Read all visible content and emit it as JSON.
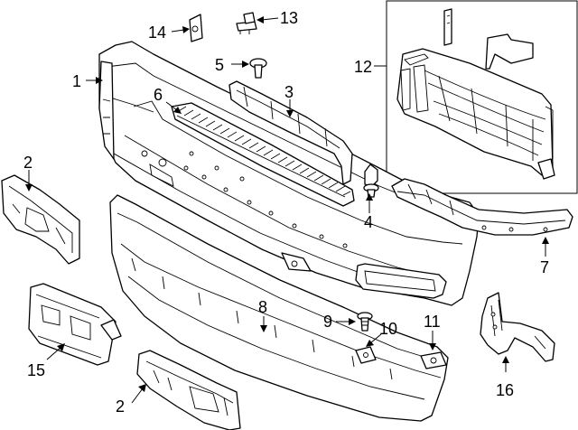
{
  "callouts": [
    {
      "id": "c1",
      "text": "1"
    },
    {
      "id": "c2a",
      "text": "2"
    },
    {
      "id": "c2b",
      "text": "2"
    },
    {
      "id": "c3",
      "text": "3"
    },
    {
      "id": "c4",
      "text": "4"
    },
    {
      "id": "c5",
      "text": "5"
    },
    {
      "id": "c6",
      "text": "6"
    },
    {
      "id": "c7",
      "text": "7"
    },
    {
      "id": "c8",
      "text": "8"
    },
    {
      "id": "c9",
      "text": "9"
    },
    {
      "id": "c10",
      "text": "10"
    },
    {
      "id": "c11",
      "text": "11"
    },
    {
      "id": "c12",
      "text": "12"
    },
    {
      "id": "c13",
      "text": "13"
    },
    {
      "id": "c14",
      "text": "14"
    },
    {
      "id": "c15",
      "text": "15"
    },
    {
      "id": "c16",
      "text": "16"
    }
  ]
}
